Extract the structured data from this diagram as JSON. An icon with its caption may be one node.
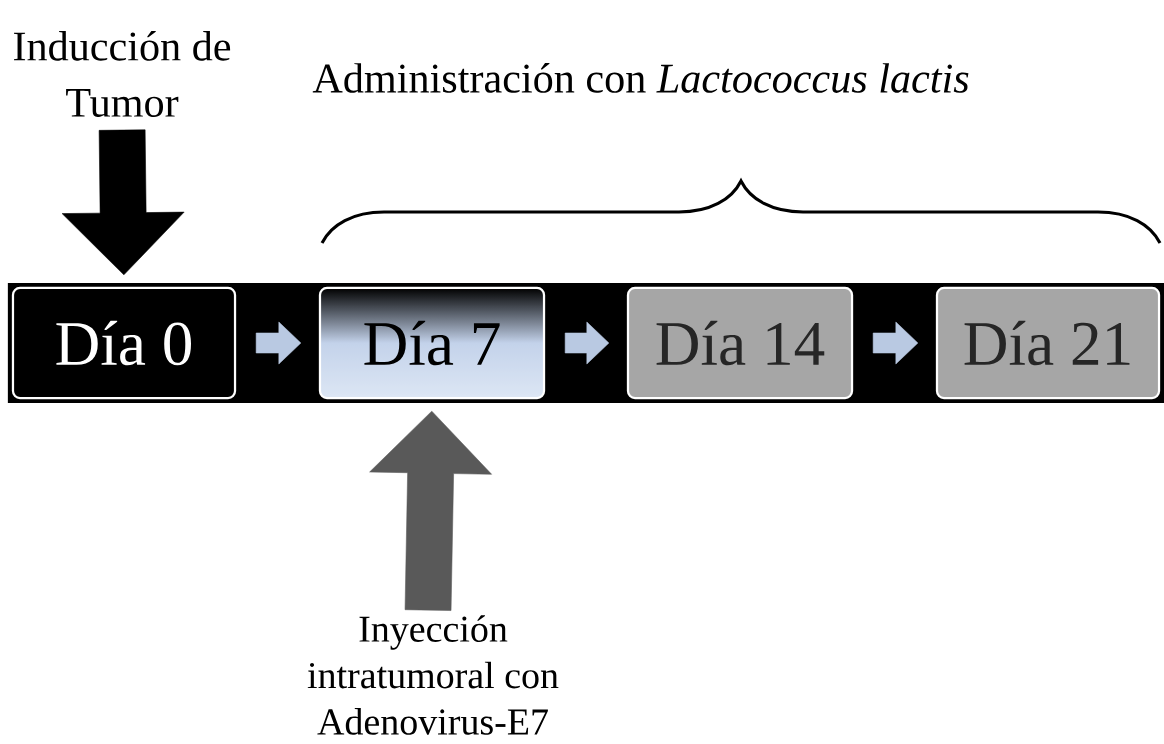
{
  "diagram": {
    "nodes": [
      {
        "text": [],
        "shape": "bar"
      },
      {
        "text": [
          "Día 0"
        ],
        "in": 0
      },
      {
        "text": [
          "Día 7"
        ],
        "in": 0
      },
      {
        "text": [
          "Día 14"
        ],
        "in": 0
      },
      {
        "text": [
          "Día 21"
        ],
        "in": 0
      },
      {
        "text": [
          "Inducción de Tumor"
        ]
      },
      {
        "text": [
          "Inyección intratumoral con Adenovirus-E7"
        ]
      }
    ],
    "edges": [
      {
        "from": 1,
        "to": 2,
        "arrow": "to"
      },
      {
        "from": 2,
        "to": 3,
        "arrow": "to"
      },
      {
        "from": 3,
        "to": 4,
        "arrow": "to"
      },
      {
        "from": 5,
        "to": 1,
        "arrow": "to",
        "style": "thick",
        "color": "#000000"
      },
      {
        "from": 6,
        "to": 2,
        "arrow": "to",
        "style": "thick",
        "color": "#595959"
      }
    ],
    "labels": [
      "Administración con *Lactococcus lactis*"
    ]
  }
}
